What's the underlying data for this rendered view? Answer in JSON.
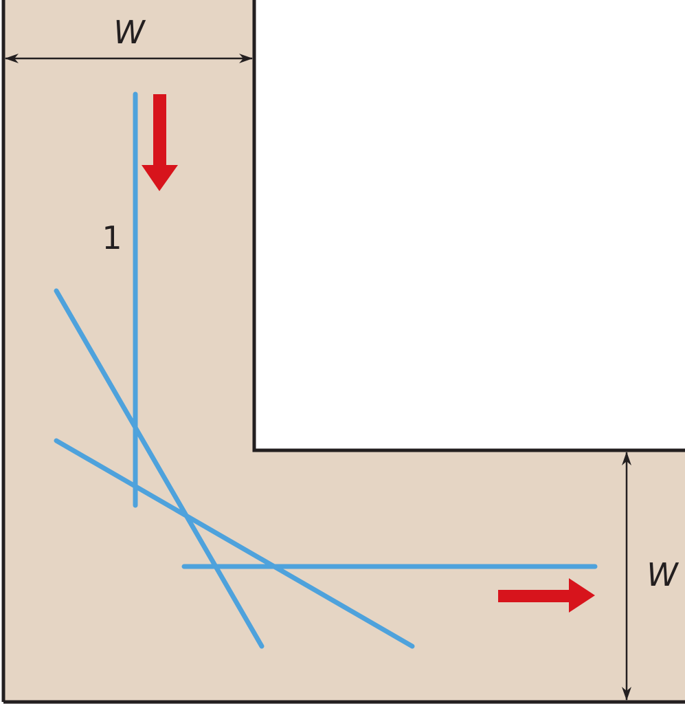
{
  "labels": {
    "top_width": "W",
    "right_width": "W",
    "rod_number": "1"
  },
  "colors": {
    "corridor_fill": "#e5d5c4",
    "wall": "#231f20",
    "rod": "#4ea2dc",
    "flow_arrow": "#d7141c"
  }
}
